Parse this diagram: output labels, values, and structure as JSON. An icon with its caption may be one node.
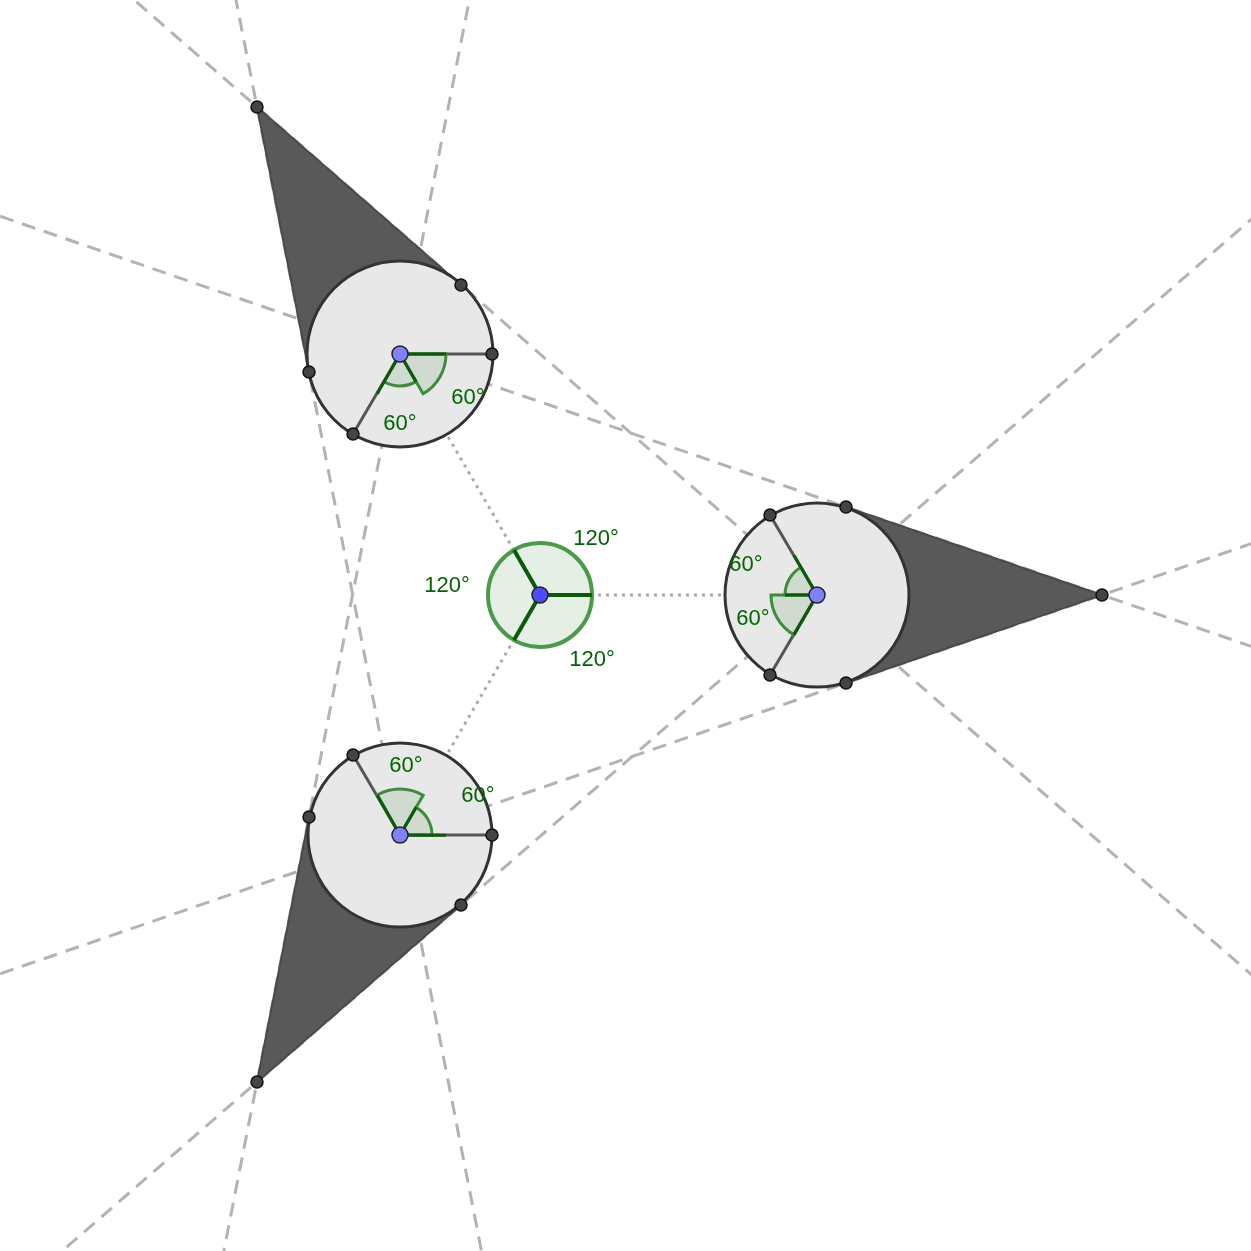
{
  "diagram": {
    "labels": [
      "60°",
      "60°",
      "120°",
      "120°",
      "60°",
      "60°",
      "120°",
      "60°",
      "60°"
    ]
  }
}
